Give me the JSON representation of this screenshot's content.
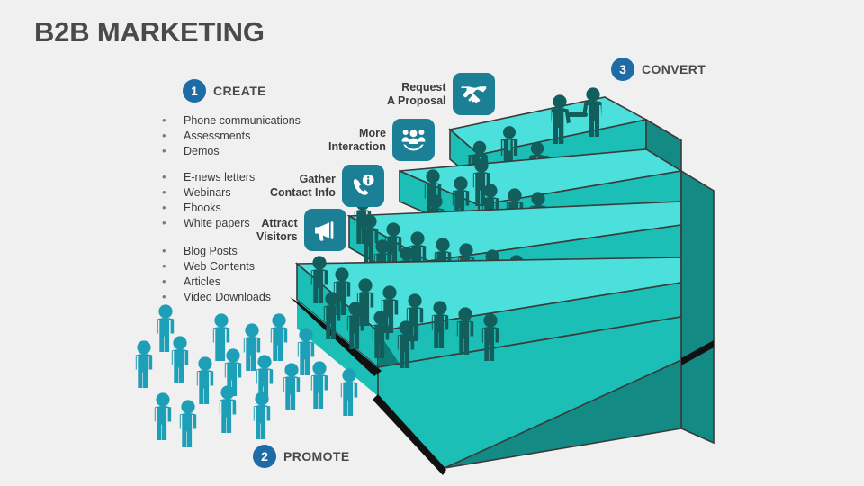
{
  "page": {
    "title": "B2B MARKETING",
    "background_color": "#f0f0f0"
  },
  "colors": {
    "badge_blue": "#1d6ca6",
    "icon_tile": "#1b7f96",
    "step_top": "#4ce0dc",
    "step_riser": "#1bbfb5",
    "step_side": "#138a84",
    "figure_dark": "#115e5c",
    "figure_light": "#1d9fb8",
    "title_gray": "#4a4a4a"
  },
  "badges": [
    {
      "id": "create",
      "number": "1",
      "label": "CREATE"
    },
    {
      "id": "promote",
      "number": "2",
      "label": "PROMOTE"
    },
    {
      "id": "convert",
      "number": "3",
      "label": "CONVERT"
    }
  ],
  "bullet_groups": [
    {
      "id": "group-1",
      "items": [
        "Phone communications",
        "Assessments",
        "Demos"
      ]
    },
    {
      "id": "group-2",
      "items": [
        "E-news letters",
        "Webinars",
        "Ebooks",
        "White papers"
      ]
    },
    {
      "id": "group-3",
      "items": [
        "Blog Posts",
        "Web Contents",
        "Articles",
        "Video Downloads"
      ]
    }
  ],
  "icon_cards": [
    {
      "id": "attract",
      "caption": "Attract\nVisitors",
      "icon": "megaphone-icon"
    },
    {
      "id": "gather",
      "caption": "Gather\nContact Info",
      "icon": "phone-info-icon"
    },
    {
      "id": "interaction",
      "caption": "More\nInteraction",
      "icon": "people-group-icon"
    },
    {
      "id": "proposal",
      "caption": "Request\nA Proposal",
      "icon": "handshake-icon"
    }
  ],
  "staircase": {
    "description": "Four-step 3D isometric staircase",
    "step_count": 4,
    "figures_on_steps": [
      12,
      10,
      7,
      2
    ],
    "ground_crowd_count": 17,
    "top_step_scene": "meeting-table-and-handshake"
  }
}
